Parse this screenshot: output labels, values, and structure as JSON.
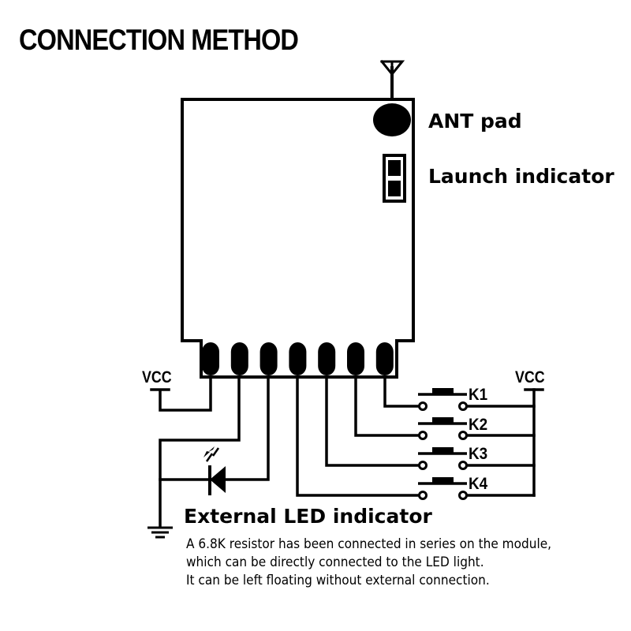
{
  "title": "CONNECTION METHOD",
  "labels": {
    "ant_pad": "ANT pad",
    "launch_indicator": "Launch indicator",
    "external_led": "External LED indicator"
  },
  "description": {
    "line1": "A 6.8K resistor has been connected in series on the module,",
    "line2": "which can be directly connected to the LED light.",
    "line3": "It can be left floating without external connection."
  },
  "power": {
    "left_vcc": "VCC",
    "right_vcc": "VCC"
  },
  "switches": [
    {
      "label": "K1"
    },
    {
      "label": "K2"
    },
    {
      "label": "K3"
    },
    {
      "label": "K4"
    }
  ],
  "module": {
    "pin_count": 7
  },
  "components": {
    "antenna": "antenna-icon",
    "ground": "ground-icon",
    "led": "led-diode-icon"
  }
}
